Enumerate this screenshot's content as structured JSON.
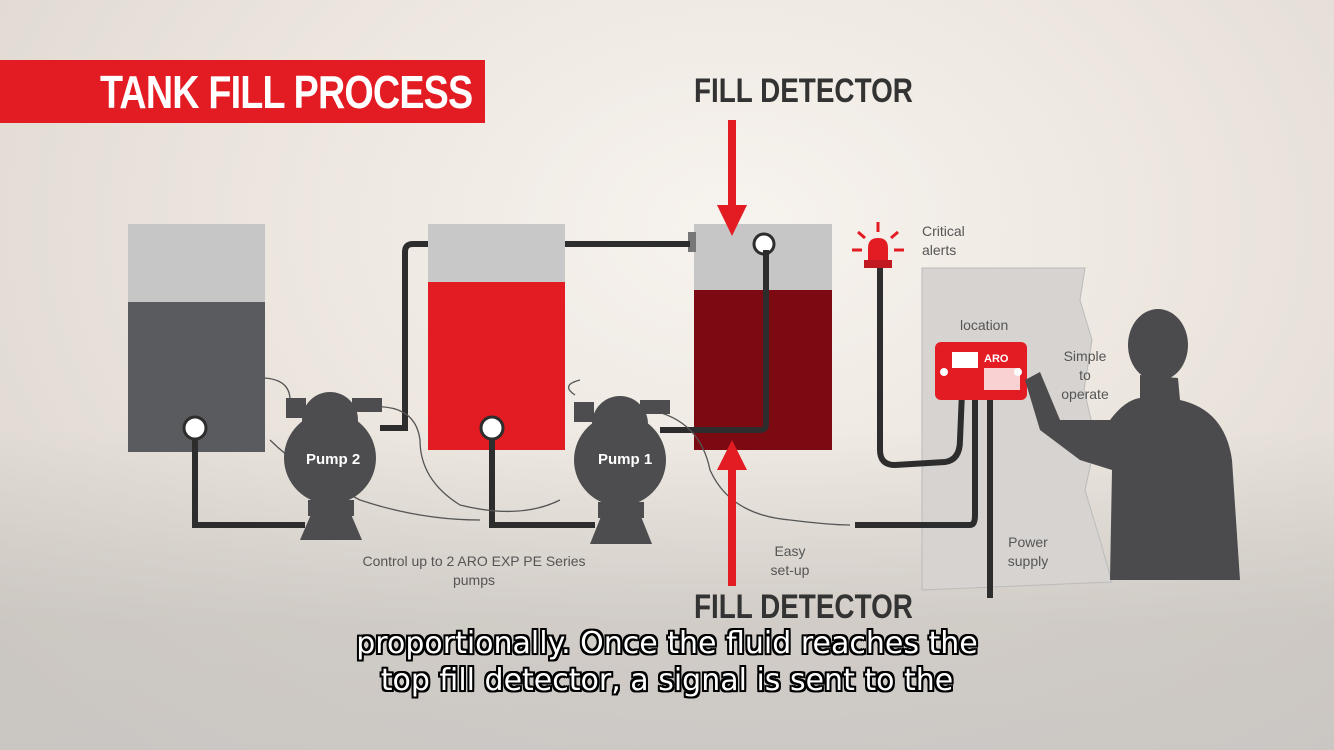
{
  "title": "TANK FILL PROCESS",
  "fill_detector_top": "FILL DETECTOR",
  "fill_detector_bottom": "FILL DETECTOR",
  "pumps": {
    "pump2": "Pump 2",
    "pump1": "Pump 1"
  },
  "labels": {
    "critical_alerts_1": "Critical",
    "critical_alerts_2": "alerts",
    "location": "location",
    "simple_1": "Simple",
    "simple_2": "to",
    "simple_3": "operate",
    "control_1": "Control up to 2 ARO EXP PE Series",
    "control_2": "pumps",
    "easy_1": "Easy",
    "easy_2": "set-up",
    "power_1": "Power",
    "power_2": "supply",
    "controller_brand": "ARO"
  },
  "subtitle": {
    "line1": "proportionally. Once the fluid reaches the",
    "line2": "top fill detector, a signal is sent to the"
  },
  "colors": {
    "accent": "#e31b23",
    "dark_red": "#7d0a12",
    "gray_fluid": "#5a5b5e",
    "empty": "#bdbdbd"
  }
}
